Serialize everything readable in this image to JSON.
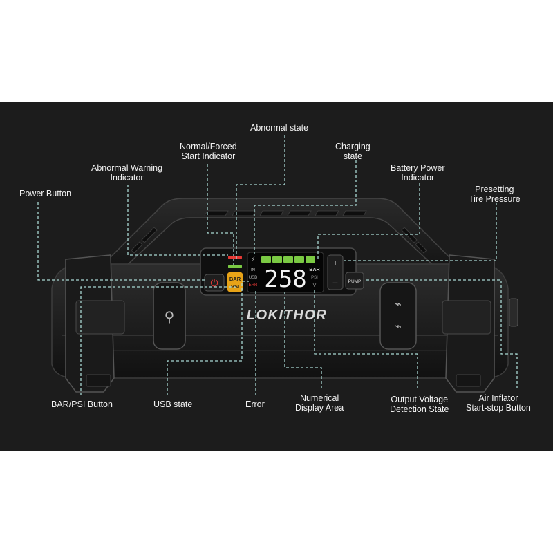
{
  "brand": "LOKITHOR",
  "display": {
    "digits": "258",
    "unit_top": "BAR",
    "unit_bottom": "PSI",
    "in": "IN",
    "usb": "USB",
    "err": "ERR",
    "volt": "V",
    "barpsi_top": "BAR",
    "barpsi_bottom": "PSI",
    "pump": "PUMP",
    "plus": "+",
    "minus": "−"
  },
  "callouts": {
    "abnormal_state": "Abnormal state",
    "normal_forced": "Normal/Forced\nStart Indicator",
    "charging_state": "Charging\nstate",
    "abnormal_warning": "Abnormal Warning\nIndicator",
    "battery_power": "Battery Power\nIndicator",
    "power_button": "Power Button",
    "presetting": "Presetting\nTire Pressure",
    "barpsi_button": "BAR/PSI Button",
    "usb_state": "USB state",
    "error": "Error",
    "numerical": "Numerical\nDisplay Area",
    "output_voltage": "Output Voltage\nDetection State",
    "air_inflator": "Air Inflator\nStart-stop Button"
  },
  "colors": {
    "background": "#1c1c1c",
    "leader": "#a9d8d3",
    "battery_green": "#7ac943",
    "red_led": "#e53935",
    "amber_button": "#e8a317"
  },
  "battery_bars": 5
}
